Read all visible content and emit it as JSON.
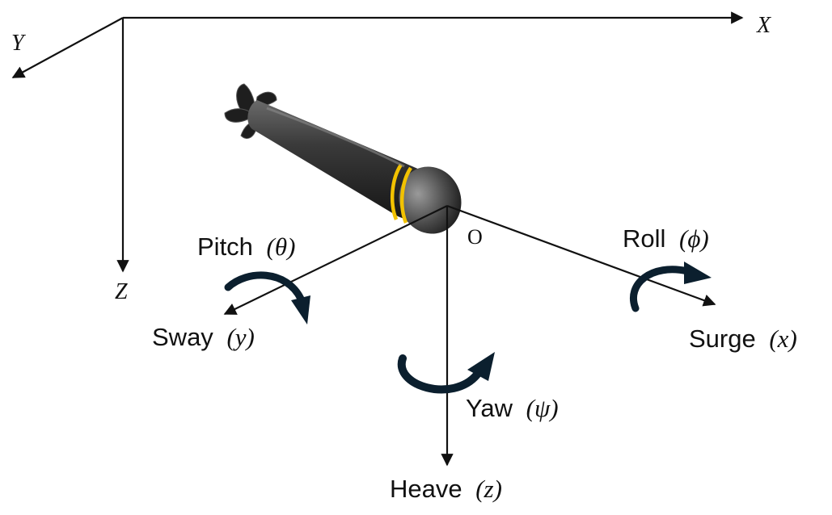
{
  "earth_frame": {
    "x_axis_label": "X",
    "y_axis_label": "Y",
    "z_axis_label": "Z"
  },
  "body_frame": {
    "origin_label": "O",
    "surge": {
      "name": "Surge",
      "symbol": "(x)"
    },
    "sway": {
      "name": "Sway",
      "symbol": "(y)"
    },
    "heave": {
      "name": "Heave",
      "symbol": "(z)"
    },
    "roll": {
      "name": "Roll",
      "symbol": "(ϕ)"
    },
    "pitch": {
      "name": "Pitch",
      "symbol": "(θ)"
    },
    "yaw": {
      "name": "Yaw",
      "symbol": "(ψ)"
    }
  },
  "colors": {
    "axis_line": "#111111",
    "rotation_arrow": "#0b1f2e",
    "vehicle_body": "#2a2a2a",
    "vehicle_stripe": "#f2c200"
  },
  "icons": {
    "vehicle": "auv-torpedo-icon",
    "rotation": "curved-arrow-icon"
  }
}
